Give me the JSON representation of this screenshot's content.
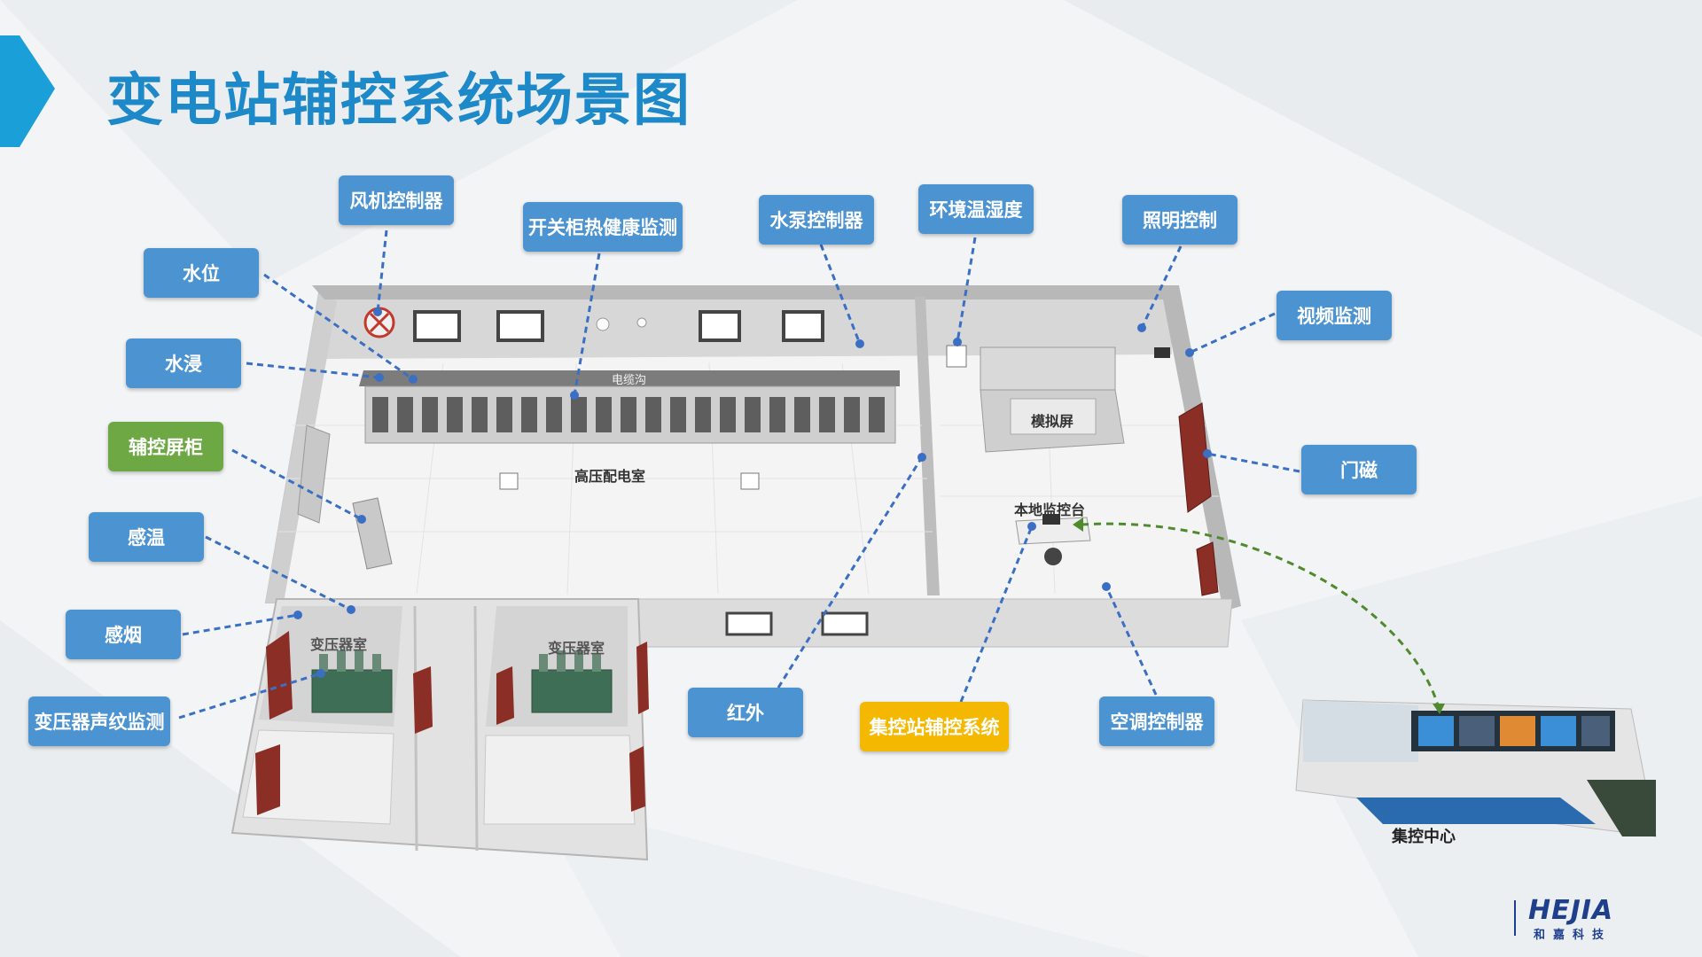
{
  "title": "变电站辅控系统场景图",
  "labels": {
    "fan_controller": "风机控制器",
    "switchgear_thermal": "开关柜热健康监测",
    "pump_controller": "水泵控制器",
    "env_temp_humidity": "环境温湿度",
    "lighting_control": "照明控制",
    "water_level": "水位",
    "video_monitoring": "视频监测",
    "water_leak": "水浸",
    "aux_cabinet": "辅控屏柜",
    "door_magnet": "门磁",
    "temp_sense": "感温",
    "smoke_sense": "感烟",
    "transformer_acoustic": "变压器声纹监测",
    "infrared": "红外",
    "centralized_aux": "集控站辅控系统",
    "ac_controller": "空调控制器"
  },
  "rooms": {
    "cable_trench": "电缆沟",
    "hv_room": "高压配电室",
    "sim_screen": "模拟屏",
    "local_console": "本地监控台",
    "transformer_room_1": "变压器室",
    "transformer_room_2": "变压器室"
  },
  "control_center": "集控中心",
  "logo": {
    "brand": "HEJIA",
    "cn": "和嘉科技"
  },
  "colors": {
    "accent": "#1d89c9",
    "tag_blue": "#4c93d1",
    "tag_green": "#6ea844",
    "tag_yellow": "#f5b800",
    "connector": "#3a6fc4",
    "green_arrow": "#4f8a2e"
  }
}
